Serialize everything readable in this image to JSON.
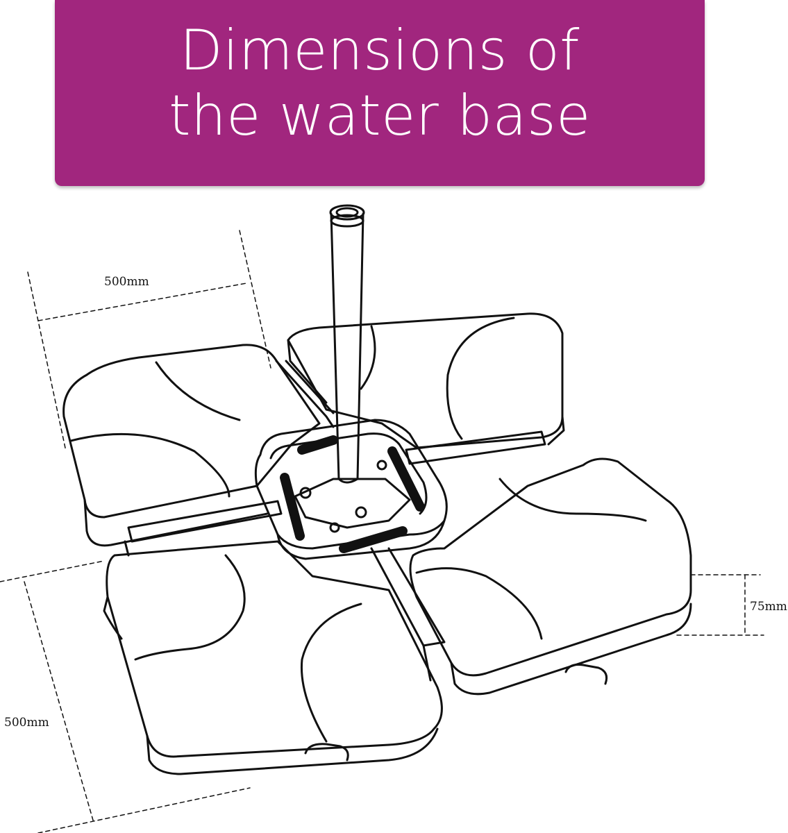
{
  "header": {
    "title_line1": "Dimensions of",
    "title_line2": "the water base"
  },
  "dimensions": {
    "top_width": "500mm",
    "side_depth": "500mm",
    "height": "75mm"
  },
  "colors": {
    "banner": "#a1267e",
    "title_text": "#ffffff",
    "line_art": "#111111"
  }
}
